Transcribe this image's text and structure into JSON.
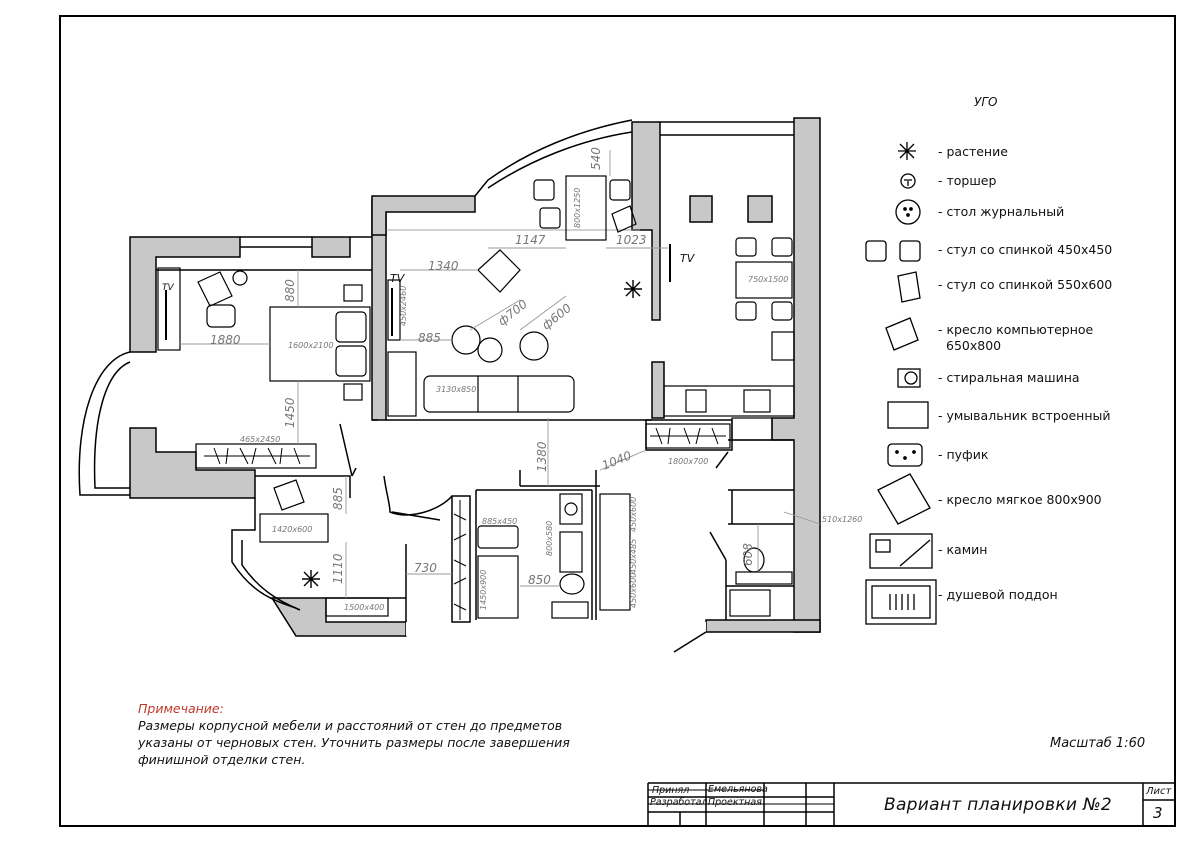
{
  "legend": {
    "header": "УГО",
    "items": [
      {
        "key": "plant",
        "label": "- растение"
      },
      {
        "key": "floor-lamp",
        "label": "- торшер"
      },
      {
        "key": "coffee-table",
        "label": "- стол журнальный"
      },
      {
        "key": "chair-450",
        "label": "- стул со спинкой 450х450"
      },
      {
        "key": "chair-550",
        "label": "- стул со спинкой 550х600"
      },
      {
        "key": "office-chair",
        "label": "- кресло компьютерное",
        "label2": "650х800"
      },
      {
        "key": "washer",
        "label": "- стиральная машина"
      },
      {
        "key": "sink",
        "label": "- умывальник встроенный"
      },
      {
        "key": "pouf",
        "label": "- пуфик"
      },
      {
        "key": "armchair",
        "label": "- кресло мягкое 800х900"
      },
      {
        "key": "fireplace",
        "label": "- камин"
      },
      {
        "key": "shower",
        "label": "- душевой поддон"
      }
    ]
  },
  "plan": {
    "dims": {
      "d540": "540",
      "d1147": "1147",
      "d1023": "1023",
      "d1340": "1340",
      "d880": "880",
      "d1880": "1880",
      "d885a": "885",
      "d700": "ф700",
      "d600": "ф600",
      "d1450": "1450",
      "d1380": "1380",
      "d1040": "1040",
      "d885b": "885",
      "d730": "730",
      "d850": "850",
      "d1110": "1110",
      "d608": "608"
    },
    "sizes": {
      "s800x1250": "800х1250",
      "s750x1500": "750х1500",
      "s1600x2100": "1600х2100",
      "s450x2460": "450х2460",
      "s3130x850": "3130х850",
      "s465x2450": "465х2450",
      "s1800x700": "1800х700",
      "s1420x600": "1420х600",
      "s885x450": "885х450",
      "s800x580": "800х580",
      "s450x600a": "450х600",
      "s450x485": "450х485",
      "s450x600b": "450х600",
      "s1450x900": "1450х900",
      "s1500x400": "1500х400",
      "s510x1260": "510х1260"
    },
    "tv_label": "TV"
  },
  "note": {
    "title": "Примечание:",
    "body": "Размеры корпусной мебели и расстояний от стен до предметов указаны от черновых стен. Уточнить размеры после завершения финишной отделки стен."
  },
  "scale": "Масштаб 1:60",
  "title_block": {
    "accepted": "Принял",
    "accepted_by": "Емельянова",
    "developed": "Разработал",
    "developed_by": "Проектная",
    "title": "Вариант планировки №2",
    "sheet_label": "Лист",
    "sheet_no": "3"
  }
}
